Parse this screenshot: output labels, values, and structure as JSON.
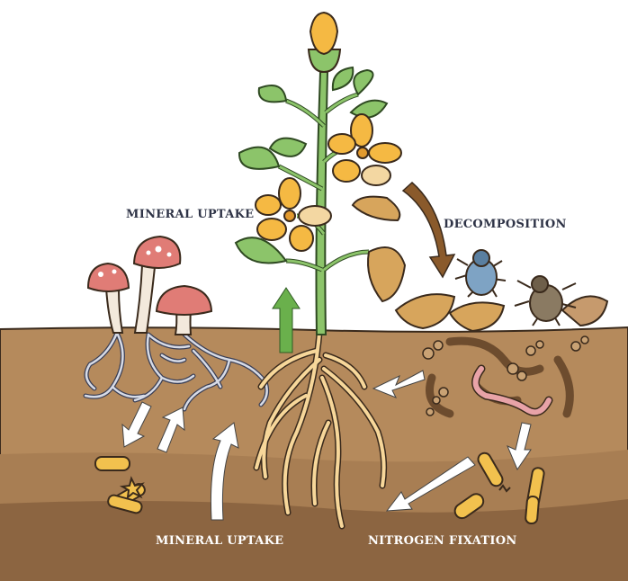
{
  "labels": {
    "mineral_uptake_top": "MINERAL UPTAKE",
    "decomposition": "DECOMPOSITION",
    "mineral_uptake_bottom": "MINERAL UPTAKE",
    "nitrogen_fixation": "NITROGEN FIXATION"
  },
  "colors": {
    "soil_top": "#b58a5c",
    "soil_mid": "#a87e53",
    "soil_deep": "#8c6541",
    "leaf": "#8cc46a",
    "flower": "#f5b943",
    "mushroom_cap": "#e07c76",
    "arrow_brown": "#8a5a2b",
    "arrow_green": "#6ab04c",
    "bacteria": "#f2c14e",
    "worm": "#e8a3a8",
    "beetle_blue": "#7ea3c4",
    "label_dark": "#2f3447"
  }
}
